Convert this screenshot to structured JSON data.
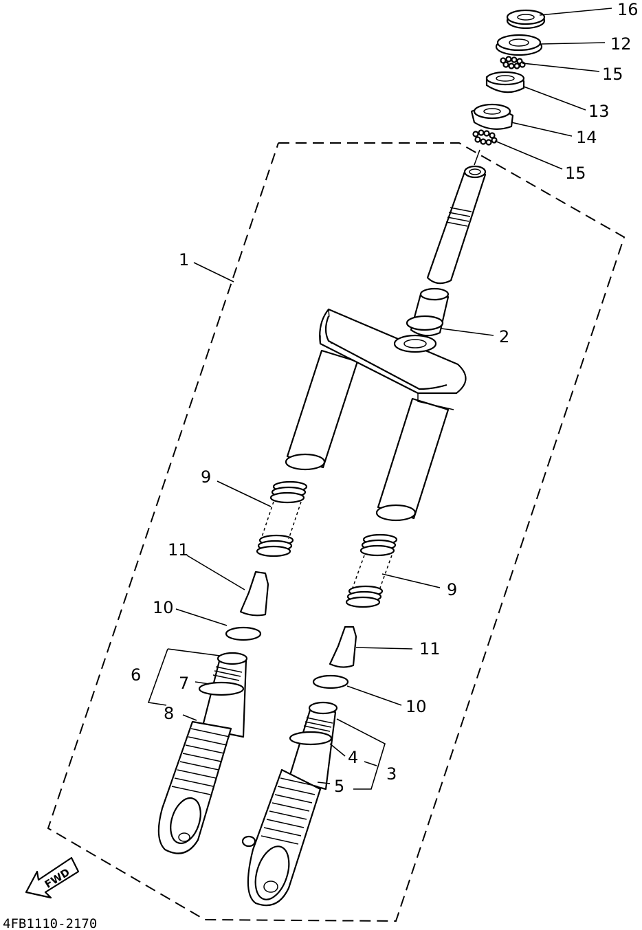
{
  "diagram": {
    "part_code": "4FB1110-2170",
    "direction_marker": "FWD",
    "callouts": {
      "c1": "1",
      "c2": "2",
      "c3": "3",
      "c4": "4",
      "c5": "5",
      "c6": "6",
      "c7": "7",
      "c8": "8",
      "c9a": "9",
      "c9b": "9",
      "c10a": "10",
      "c10b": "10",
      "c11a": "11",
      "c11b": "11",
      "c12": "12",
      "c13": "13",
      "c14": "14",
      "c15a": "15",
      "c15b": "15",
      "c16": "16"
    }
  }
}
